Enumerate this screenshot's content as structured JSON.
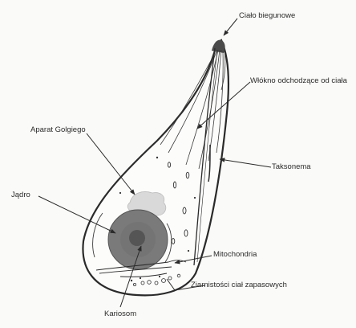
{
  "diagram": {
    "labels": {
      "cialo_biegunowe": "Ciało biegunowe",
      "wlokno": "Włókno odchodzące od ciała",
      "aparat_golgiego": "Aparat Golgiego",
      "taksonema": "Taksonema",
      "jadro": "Jądro",
      "mitochondria": "Mitochondria",
      "ziarnistosci": "Ziarnistości ciał zapasowych",
      "kariosom": "Kariosom"
    },
    "colors": {
      "outline": "#2a2a2a",
      "nucleus": "#7a7a7a",
      "karyosome": "#555555",
      "golgi": "#d9d9d9",
      "pole": "#4a4a4a"
    }
  }
}
